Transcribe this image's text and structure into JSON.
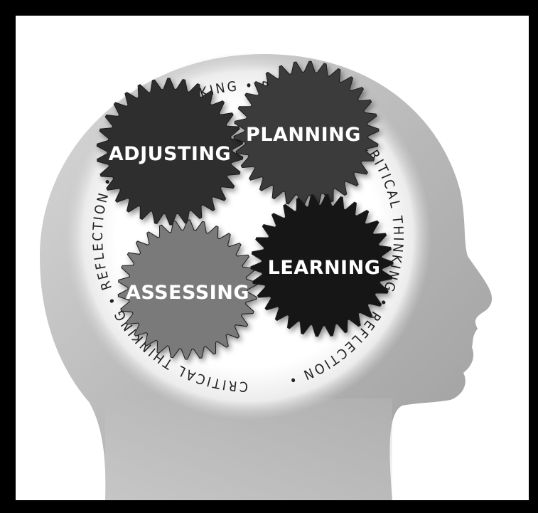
{
  "ring": {
    "segments": [
      "CRITICAL THINKING",
      "REFLECTION",
      "CRITICAL THINKING",
      "REFLECTION",
      "CRITICAL THINKING",
      "REFLECTION"
    ],
    "separator": "•"
  },
  "gears": [
    {
      "name": "adjusting",
      "label": "ADJUSTING",
      "color": "#2e2e2e"
    },
    {
      "name": "planning",
      "label": "PLANNING",
      "color": "#3a3a3a"
    },
    {
      "name": "learning",
      "label": "LEARNING",
      "color": "#151515"
    },
    {
      "name": "assessing",
      "label": "ASSESSING",
      "color": "#7a7a7a"
    }
  ],
  "colors": {
    "frame": "#000000",
    "background": "#ffffff",
    "head_fill": "#b8b8b8"
  }
}
